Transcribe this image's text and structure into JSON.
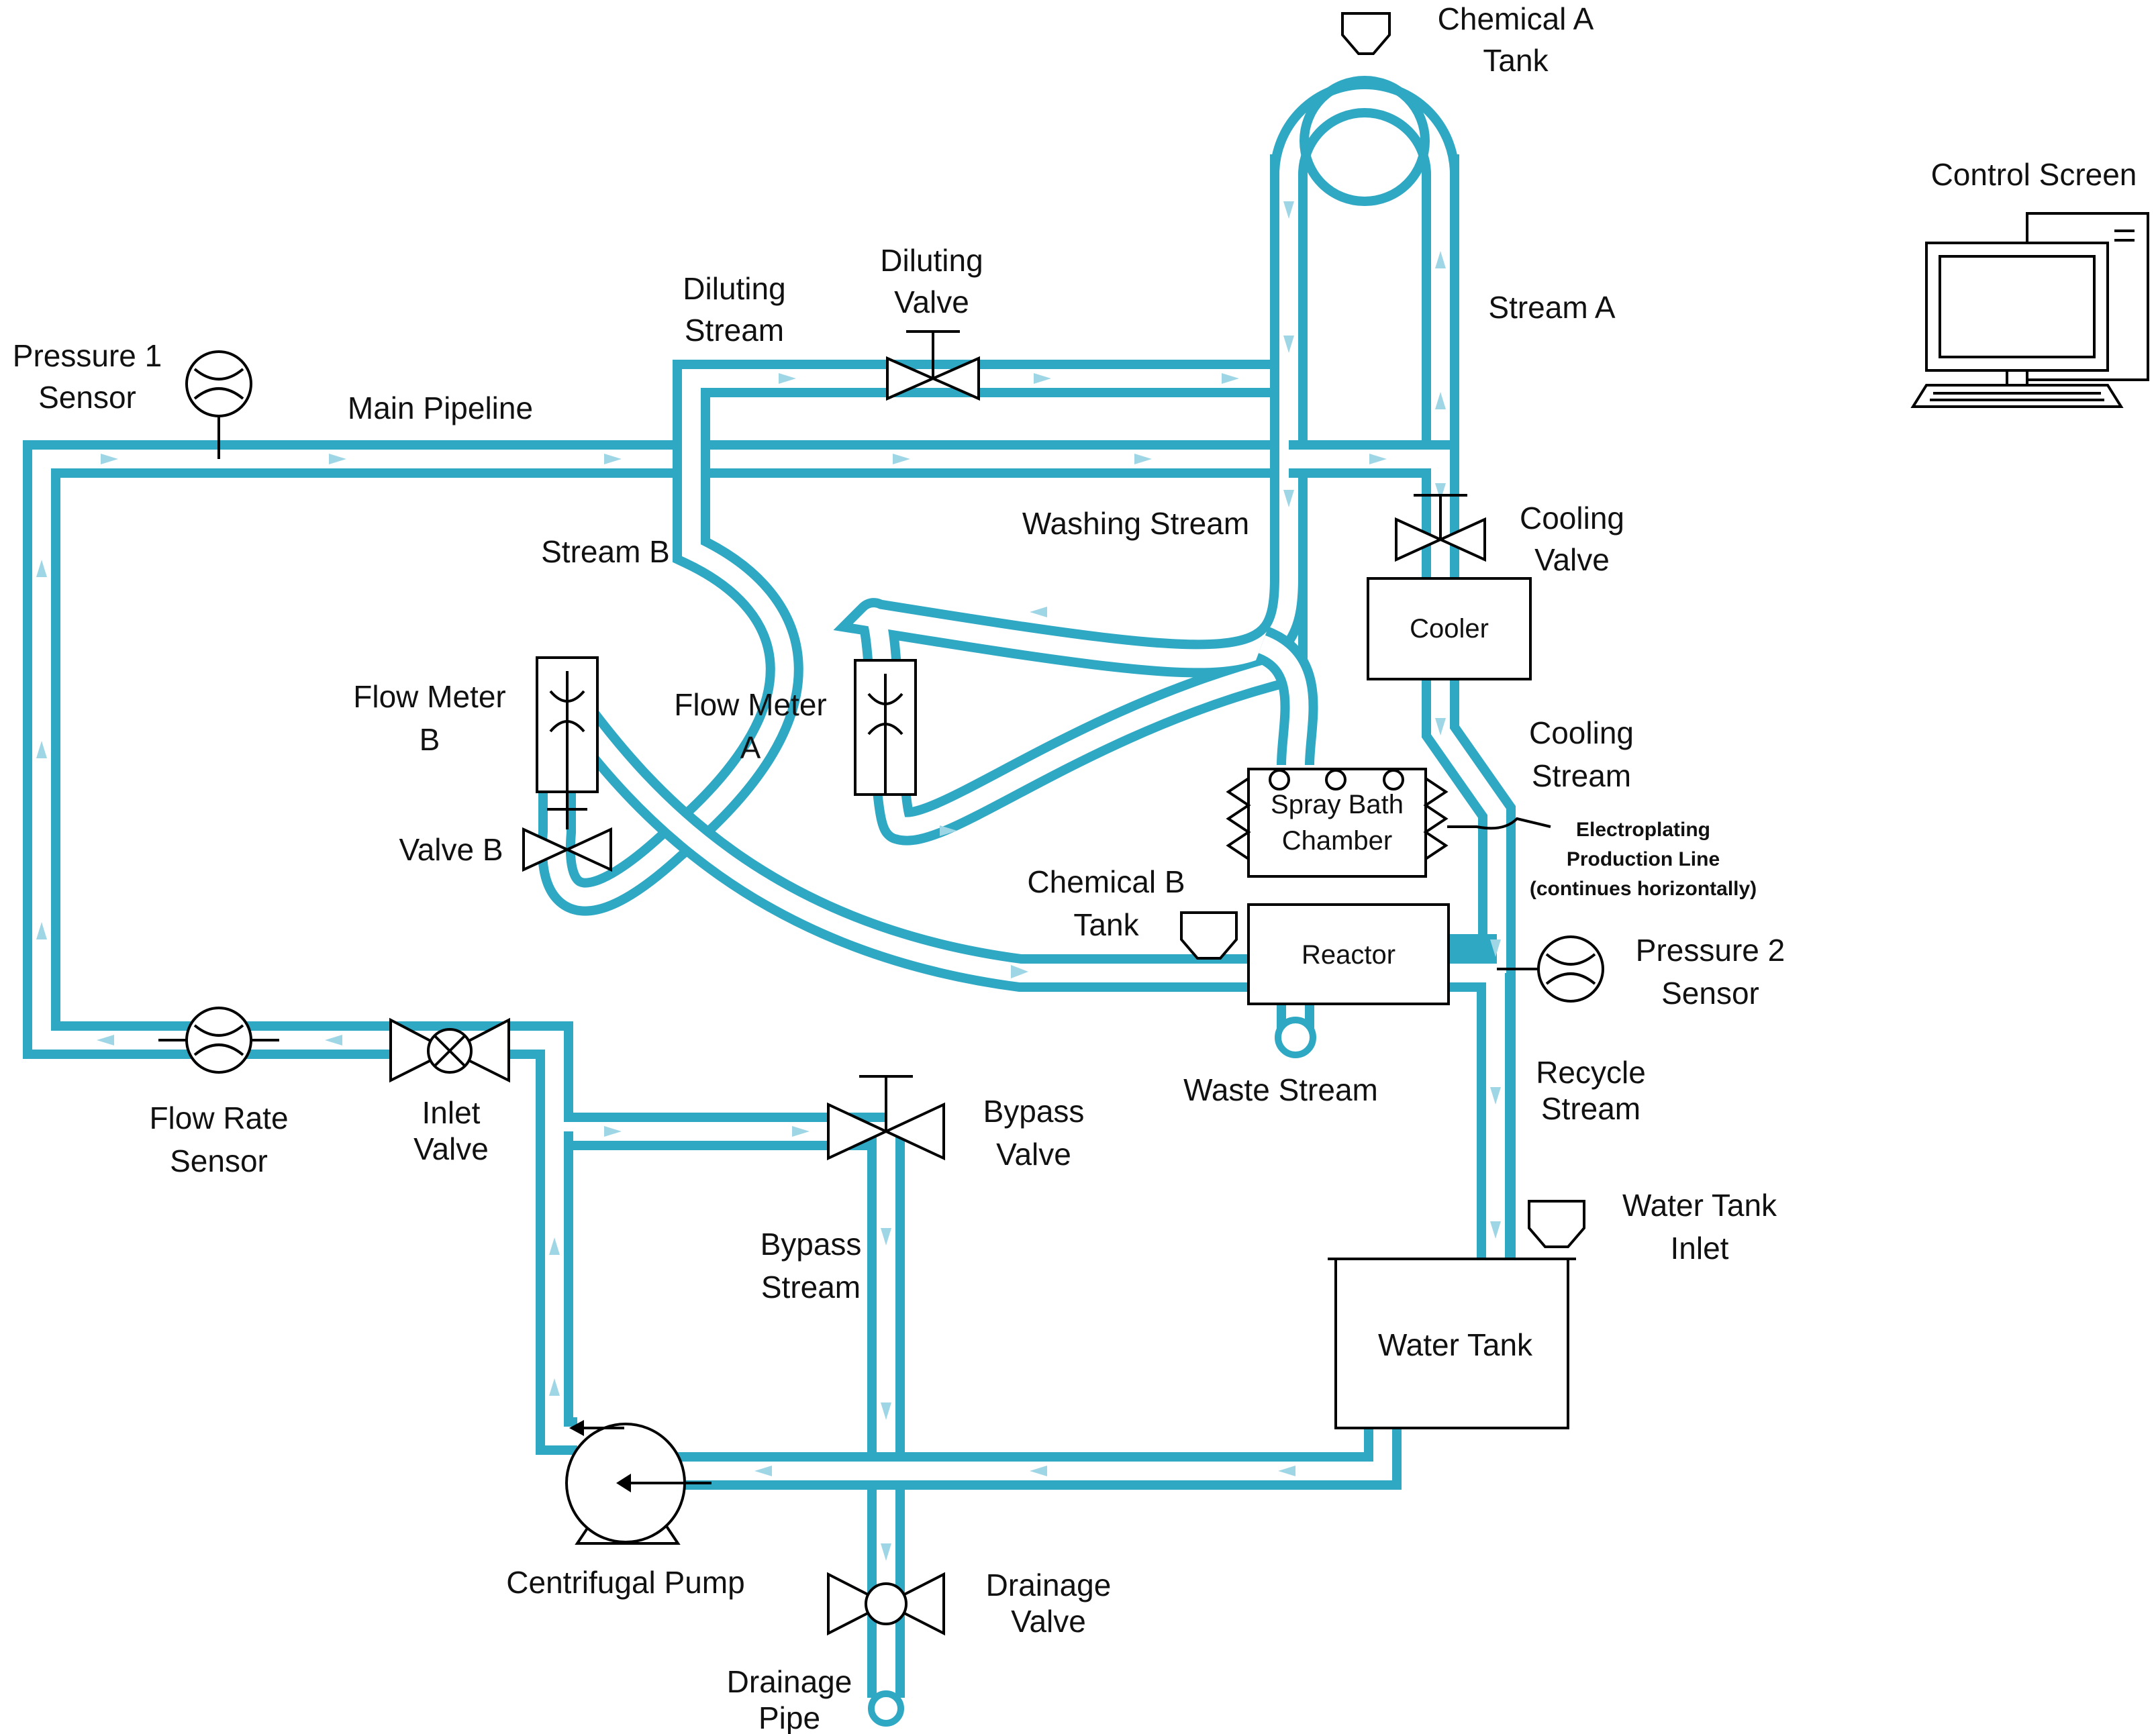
{
  "colors": {
    "pipe": "#2fa8c4",
    "flow_arrow": "#9fd6e6",
    "outline": "#000000"
  },
  "labels": {
    "chemical_a_tank": [
      "Chemical A",
      "Tank"
    ],
    "control_screen": "Control Screen",
    "pressure_1_sensor": [
      "Pressure 1",
      "Sensor"
    ],
    "main_pipeline": "Main Pipeline",
    "diluting_stream": [
      "Diluting",
      "Stream"
    ],
    "diluting_valve": [
      "Diluting",
      "Valve"
    ],
    "stream_a": "Stream A",
    "stream_b": "Stream B",
    "washing_stream": "Washing Stream",
    "cooling_valve": [
      "Cooling",
      "Valve"
    ],
    "cooler": "Cooler",
    "cooling_stream": [
      "Cooling",
      "Stream"
    ],
    "flow_meter_b": [
      "Flow Meter",
      "B"
    ],
    "flow_meter_a": [
      "Flow Meter",
      "A"
    ],
    "valve_b": "Valve B",
    "spray_bath_chamber": [
      "Spray Bath",
      "Chamber"
    ],
    "electroplating_note": [
      "Electroplating",
      "Production Line",
      "(continues horizontally)"
    ],
    "chemical_b_tank": [
      "Chemical B",
      "Tank"
    ],
    "reactor": "Reactor",
    "pressure_2_sensor": [
      "Pressure 2",
      "Sensor"
    ],
    "waste_stream": "Waste Stream",
    "recycle_stream": [
      "Recycle",
      "Stream"
    ],
    "flow_rate_sensor": [
      "Flow Rate",
      "Sensor"
    ],
    "inlet_valve": [
      "Inlet",
      "Valve"
    ],
    "bypass_valve": [
      "Bypass",
      "Valve"
    ],
    "bypass_stream": [
      "Bypass",
      "Stream"
    ],
    "water_tank_inlet": [
      "Water Tank",
      "Inlet"
    ],
    "water_tank": "Water Tank",
    "centrifugal_pump": "Centrifugal Pump",
    "drainage_valve": [
      "Drainage",
      "Valve"
    ],
    "drainage_pipe": [
      "Drainage",
      "Pipe"
    ]
  },
  "icons": {
    "valve": "bowtie-valve-icon",
    "pressure_sensor": "gauge-icon",
    "flow_meter": "flow-meter-icon",
    "pump": "centrifugal-pump-icon",
    "tank_hopper": "hopper-icon",
    "spray_nozzle": "spray-nozzle-icon",
    "computer": "computer-monitor-icon"
  }
}
